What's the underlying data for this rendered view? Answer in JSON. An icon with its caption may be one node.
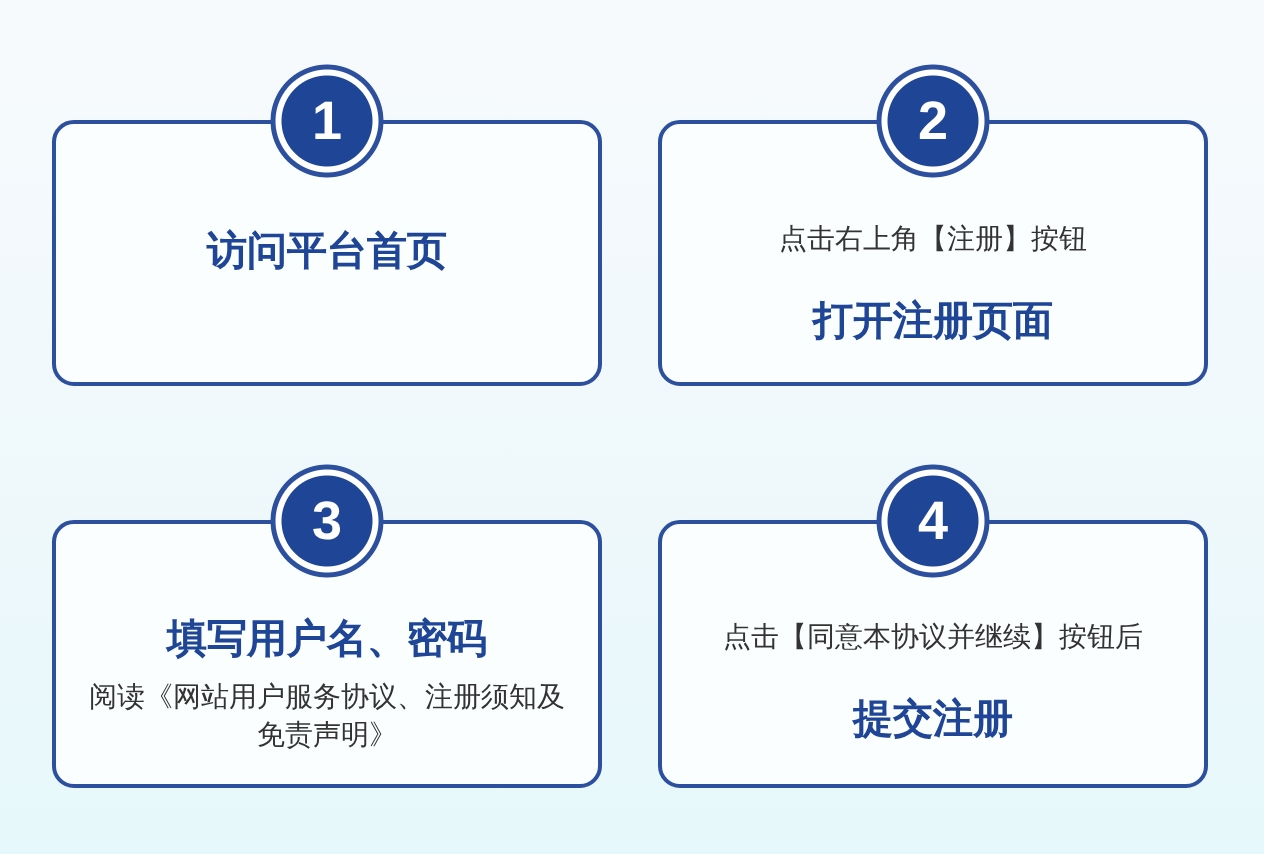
{
  "diagram": {
    "nodes": [
      {
        "text": [
          "1"
        ]
      },
      {
        "text": [
          "访问平台首页"
        ]
      },
      {
        "text": [
          "2"
        ]
      },
      {
        "text": [
          "点击右上角【注册】按钮",
          "打开注册页面"
        ]
      },
      {
        "text": [
          "3"
        ]
      },
      {
        "text": [
          "填写用户名、密码",
          "阅读《网站用户服务协议、注册须知及免责声明》"
        ]
      },
      {
        "text": [
          "4"
        ]
      },
      {
        "text": [
          "点击【同意本协议并继续】按钮后",
          "提交注册"
        ]
      }
    ]
  }
}
